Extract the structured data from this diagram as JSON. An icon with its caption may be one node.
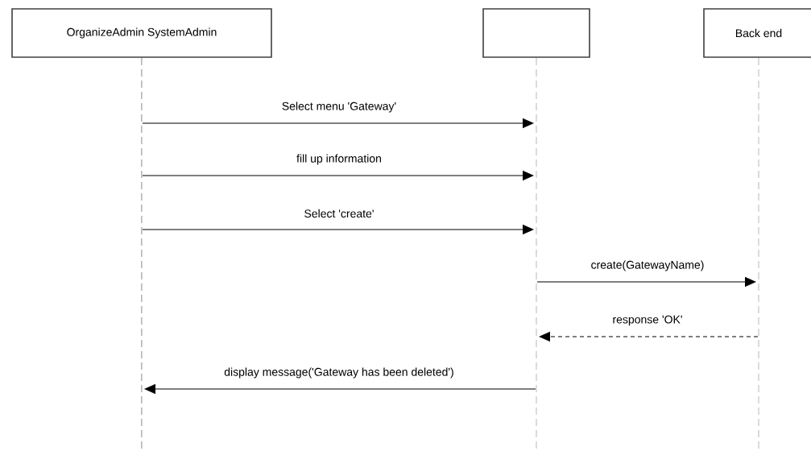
{
  "diagram": {
    "nodes": [
      {
        "text": [
          "OrganizeAdmin SystemAdmin"
        ]
      },
      {
        "text": [],
        "shape": "box"
      },
      {
        "text": [
          "Back end"
        ]
      }
    ],
    "edges": [
      {
        "from": 0,
        "to": 1,
        "arrow": "to",
        "label": "Select menu 'Gateway'"
      },
      {
        "from": 0,
        "to": 1,
        "arrow": "to",
        "label": "fill up information"
      },
      {
        "from": 0,
        "to": 1,
        "arrow": "to",
        "label": "Select 'create'"
      },
      {
        "from": 1,
        "to": 2,
        "arrow": "to",
        "label": "create(GatewayName)"
      },
      {
        "from": 2,
        "to": 1,
        "arrow": "to",
        "label": "response 'OK'",
        "style": "dashed"
      },
      {
        "from": 1,
        "to": 0,
        "arrow": "to",
        "label": "display message('Gateway has been deleted')"
      }
    ]
  }
}
